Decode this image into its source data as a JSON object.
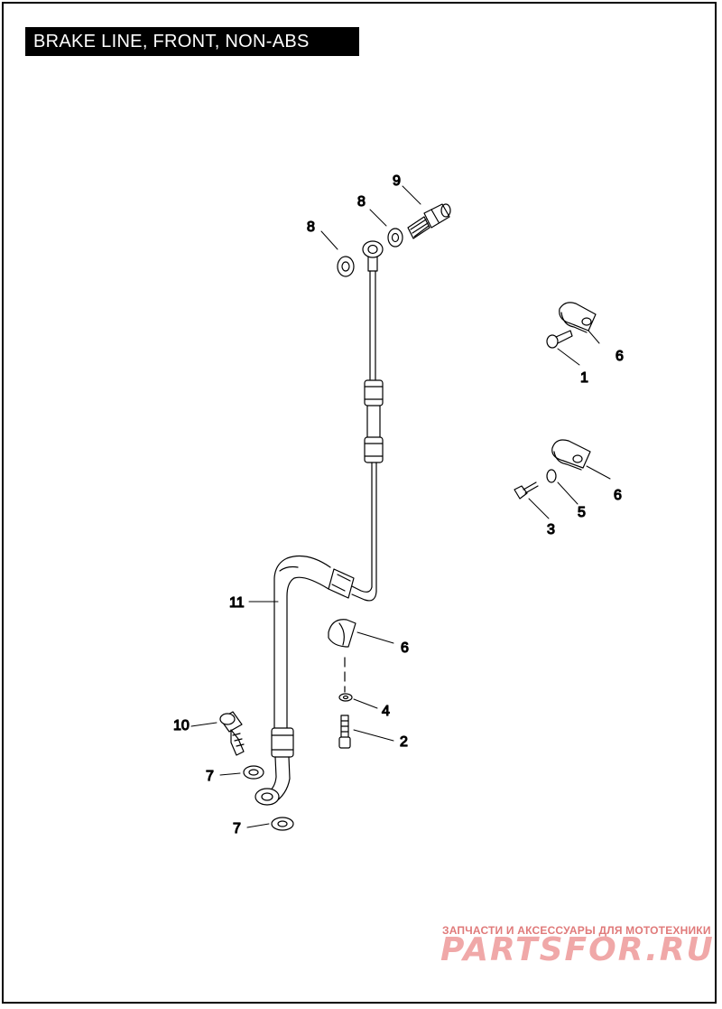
{
  "title": "BRAKE LINE, FRONT, NON-ABS",
  "callouts": {
    "c1": "1",
    "c2": "2",
    "c3": "3",
    "c4": "4",
    "c5": "5",
    "c6a": "6",
    "c6b": "6",
    "c6c": "6",
    "c7a": "7",
    "c7b": "7",
    "c8a": "8",
    "c8b": "8",
    "c9": "9",
    "c10": "10",
    "c11": "11"
  },
  "watermark": {
    "caption": "ЗАПЧАСТИ И АКСЕССУАРЫ ДЛЯ МОТОТЕХНИКИ",
    "logo": "PARTSFOR.RU"
  },
  "colors": {
    "ink": "#000000",
    "watermark": "#e07a7a"
  }
}
